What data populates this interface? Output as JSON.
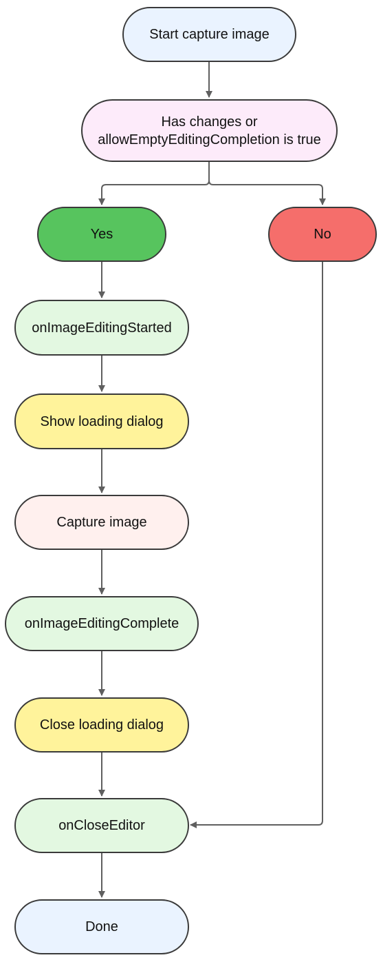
{
  "colors": {
    "edge": "#5f5f5f",
    "start": "#eaf3ff",
    "decision": "#fdebfa",
    "yes": "#57c45e",
    "no": "#f56e6b",
    "callback": "#e3f8e1",
    "loading": "#fff39b",
    "capture": "#fff0ee",
    "done": "#eaf3ff"
  },
  "nodes": {
    "start": "Start capture image",
    "decision": "Has changes or allowEmptyEditingCompletion is true",
    "yes": "Yes",
    "no": "No",
    "editing_started": "onImageEditingStarted",
    "show_loading": "Show loading dialog",
    "capture": "Capture image",
    "editing_complete": "onImageEditingComplete",
    "close_loading": "Close loading dialog",
    "close_editor": "onCloseEditor",
    "done": "Done"
  }
}
